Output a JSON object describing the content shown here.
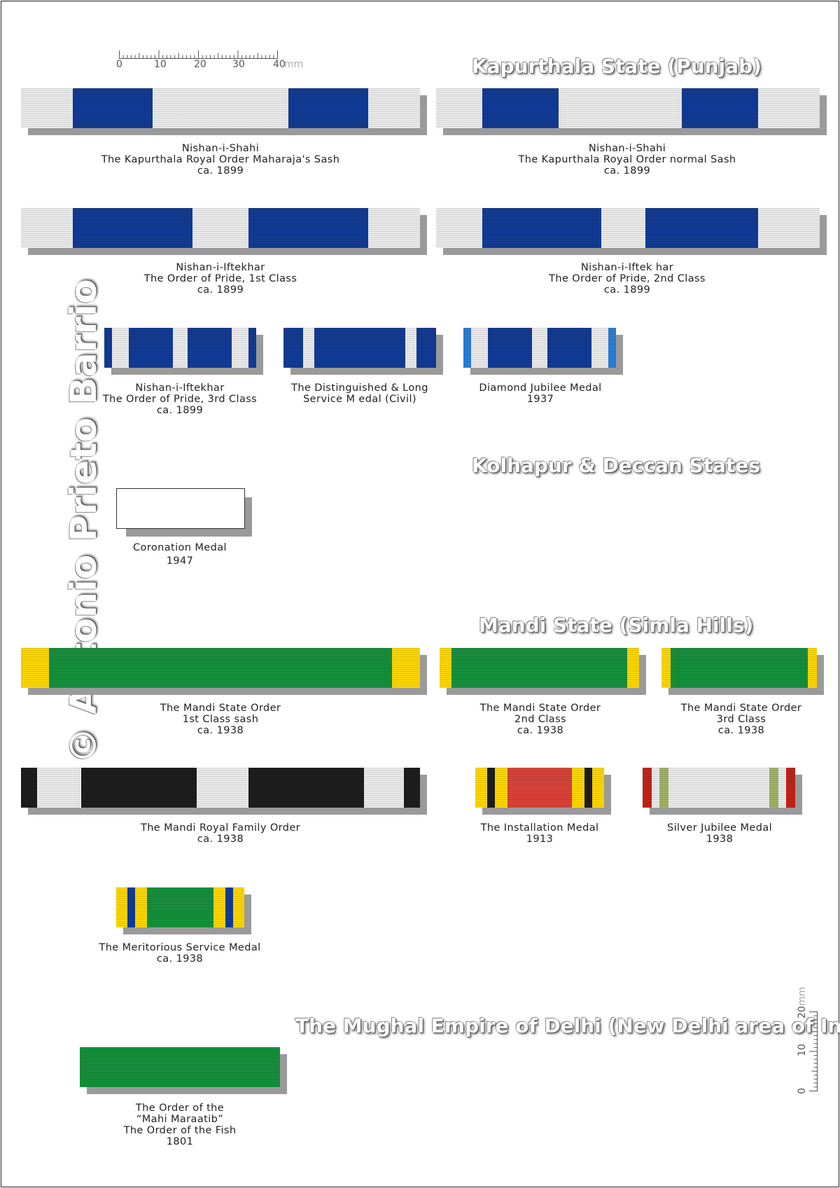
{
  "watermark": "© Antonio Prieto Barrio",
  "sections": {
    "kapurthala": "Kapurthala State (Punjab)",
    "kolhapur": "Kolhapur & Deccan States",
    "mandi": "Mandi State (Simla Hills)",
    "mughal": "The Mughal Empire of Delhi (New Delhi area of India"
  },
  "ruler_top": {
    "labels": [
      "0",
      "10",
      "20",
      "30",
      "40"
    ],
    "unit": "mm"
  },
  "ruler_side": {
    "labels": [
      "0",
      "10",
      "20"
    ],
    "unit": "mm"
  },
  "colors": {
    "silver": "#ececec",
    "royal_blue": "#123c96",
    "light_blue": "#2a7fd6",
    "green": "#16913d",
    "yellow": "#ffd800",
    "black": "#1e1e1e",
    "red": "#d9433a",
    "dark_red": "#c02419",
    "olive": "#a3b26a",
    "gray": "#9a9a9a"
  },
  "ribbons": [
    {
      "id": "r1",
      "lines": [
        "Nishan-i-Shahi",
        "The  Kapurthala Royal Order Maharaja's Sash",
        "ca. 1899"
      ],
      "stripes": [
        [
          "silver",
          0,
          13
        ],
        [
          "royal_blue",
          13,
          33
        ],
        [
          "silver",
          33,
          67
        ],
        [
          "royal_blue",
          67,
          87
        ],
        [
          "silver",
          87,
          100
        ]
      ]
    },
    {
      "id": "r2",
      "lines": [
        "Nishan-i-Shahi",
        "The Kapurthala Royal Order normal Sash",
        "ca. 1899"
      ],
      "stripes": [
        [
          "silver",
          0,
          12
        ],
        [
          "royal_blue",
          12,
          32
        ],
        [
          "silver",
          32,
          64
        ],
        [
          "royal_blue",
          64,
          84
        ],
        [
          "silver",
          84,
          100
        ]
      ]
    },
    {
      "id": "r3",
      "lines": [
        "Nishan-i-Iftekhar",
        "The Order of Pride, 1st Class",
        "ca. 1899"
      ],
      "stripes": [
        [
          "silver",
          0,
          13
        ],
        [
          "royal_blue",
          13,
          43
        ],
        [
          "silver",
          43,
          57
        ],
        [
          "royal_blue",
          57,
          87
        ],
        [
          "silver",
          87,
          100
        ]
      ]
    },
    {
      "id": "r4",
      "lines": [
        "Nishan-i-Iftek har",
        "The Order of Pride, 2nd Class",
        "ca. 1899"
      ],
      "stripes": [
        [
          "silver",
          0,
          12
        ],
        [
          "royal_blue",
          12,
          43
        ],
        [
          "silver",
          43,
          54.5
        ],
        [
          "royal_blue",
          54.5,
          84
        ],
        [
          "silver",
          84,
          100
        ]
      ]
    },
    {
      "id": "r5",
      "lines": [
        "Nishan-i-Iftekhar",
        "The Order of Pride, 3rd Class",
        "ca. 1899"
      ],
      "stripes": [
        [
          "royal_blue",
          0,
          5
        ],
        [
          "silver",
          5,
          16
        ],
        [
          "royal_blue",
          16,
          45
        ],
        [
          "silver",
          45,
          55
        ],
        [
          "royal_blue",
          55,
          84
        ],
        [
          "silver",
          84,
          95
        ],
        [
          "royal_blue",
          95,
          100
        ]
      ]
    },
    {
      "id": "r6",
      "lines": [
        "The Distinguished & Long",
        "Service M edal (Civil)"
      ],
      "stripes": [
        [
          "royal_blue",
          0,
          13
        ],
        [
          "silver",
          13,
          20
        ],
        [
          "royal_blue",
          20,
          80
        ],
        [
          "silver",
          80,
          87
        ],
        [
          "royal_blue",
          87,
          100
        ]
      ]
    },
    {
      "id": "r7",
      "lines": [
        "Diamond Jubilee Medal",
        "1937"
      ],
      "stripes": [
        [
          "light_blue",
          0,
          5
        ],
        [
          "silver",
          5,
          16
        ],
        [
          "royal_blue",
          16,
          45
        ],
        [
          "silver",
          45,
          55
        ],
        [
          "royal_blue",
          55,
          84
        ],
        [
          "silver",
          84,
          95
        ],
        [
          "light_blue",
          95,
          100
        ]
      ]
    },
    {
      "id": "r9",
      "lines": [
        "The Mandi State Order",
        "1st Class sash",
        "ca. 1938"
      ],
      "stripes": [
        [
          "yellow",
          0,
          7
        ],
        [
          "green",
          7,
          93
        ],
        [
          "yellow",
          93,
          100
        ]
      ]
    },
    {
      "id": "r10",
      "lines": [
        "The Mandi State Order",
        "2nd Class",
        "ca. 1938"
      ],
      "stripes": [
        [
          "yellow",
          0,
          6
        ],
        [
          "green",
          6,
          94
        ],
        [
          "yellow",
          94,
          100
        ]
      ]
    },
    {
      "id": "r11",
      "lines": [
        "The Mandi State Order",
        "3rd Class",
        "ca. 1938"
      ],
      "stripes": [
        [
          "yellow",
          0,
          6
        ],
        [
          "green",
          6,
          94
        ],
        [
          "yellow",
          94,
          100
        ]
      ]
    },
    {
      "id": "r12",
      "lines": [
        "The Mandi Royal Family Order",
        "ca. 1938"
      ],
      "stripes": [
        [
          "black",
          0,
          4
        ],
        [
          "silver",
          4,
          15
        ],
        [
          "black",
          15,
          44
        ],
        [
          "silver",
          44,
          57
        ],
        [
          "black",
          57,
          86
        ],
        [
          "silver",
          86,
          96
        ],
        [
          "black",
          96,
          100
        ]
      ]
    },
    {
      "id": "r13",
      "lines": [
        "The Installation Medal",
        "1913"
      ],
      "stripes": [
        [
          "yellow",
          0,
          9
        ],
        [
          "black",
          9,
          15
        ],
        [
          "yellow",
          15,
          25
        ],
        [
          "red",
          25,
          75
        ],
        [
          "yellow",
          75,
          85
        ],
        [
          "black",
          85,
          91
        ],
        [
          "yellow",
          91,
          100
        ]
      ]
    },
    {
      "id": "r14",
      "lines": [
        "Silver Jubilee Medal",
        "1938"
      ],
      "stripes": [
        [
          "dark_red",
          0,
          6
        ],
        [
          "silver",
          6,
          11
        ],
        [
          "olive",
          11,
          17
        ],
        [
          "silver",
          17,
          83
        ],
        [
          "olive",
          83,
          89
        ],
        [
          "silver",
          89,
          94
        ],
        [
          "dark_red",
          94,
          100
        ]
      ]
    },
    {
      "id": "r15",
      "lines": [
        "The Meritorious Service Medal",
        "ca. 1938"
      ],
      "stripes": [
        [
          "yellow",
          0,
          9
        ],
        [
          "royal_blue",
          9,
          15
        ],
        [
          "yellow",
          15,
          24
        ],
        [
          "green",
          24,
          76
        ],
        [
          "yellow",
          76,
          85
        ],
        [
          "royal_blue",
          85,
          91
        ],
        [
          "yellow",
          91,
          100
        ]
      ]
    },
    {
      "id": "r16",
      "lines": [
        "The Order of the",
        "“Mahi Maraatib”",
        "The Order of the Fish",
        "1801"
      ],
      "stripes": [
        [
          "green",
          0,
          100
        ]
      ]
    }
  ],
  "plain_ribbon": {
    "id": "r8",
    "lines": [
      "Coronation Medal",
      "1947"
    ]
  }
}
